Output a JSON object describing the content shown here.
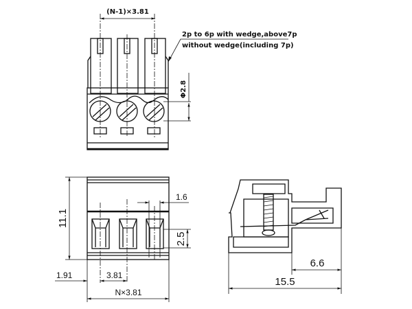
{
  "top_view": {
    "pitch_label": "(N-1)×3.81",
    "note_line1": "2p to 6p with wedge,above7p",
    "note_line2": "without wedge(including 7p)",
    "hole_dia_label": "Φ2.8"
  },
  "front_view": {
    "height_label": "11.1",
    "pin_width_label": "1.6",
    "slot_height_label": "2.5",
    "edge_offset_label": "1.91",
    "pitch_label": "3.81",
    "total_width_label": "N×3.81"
  },
  "side_view": {
    "plug_depth_label": "6.6",
    "total_depth_label": "15.5"
  }
}
